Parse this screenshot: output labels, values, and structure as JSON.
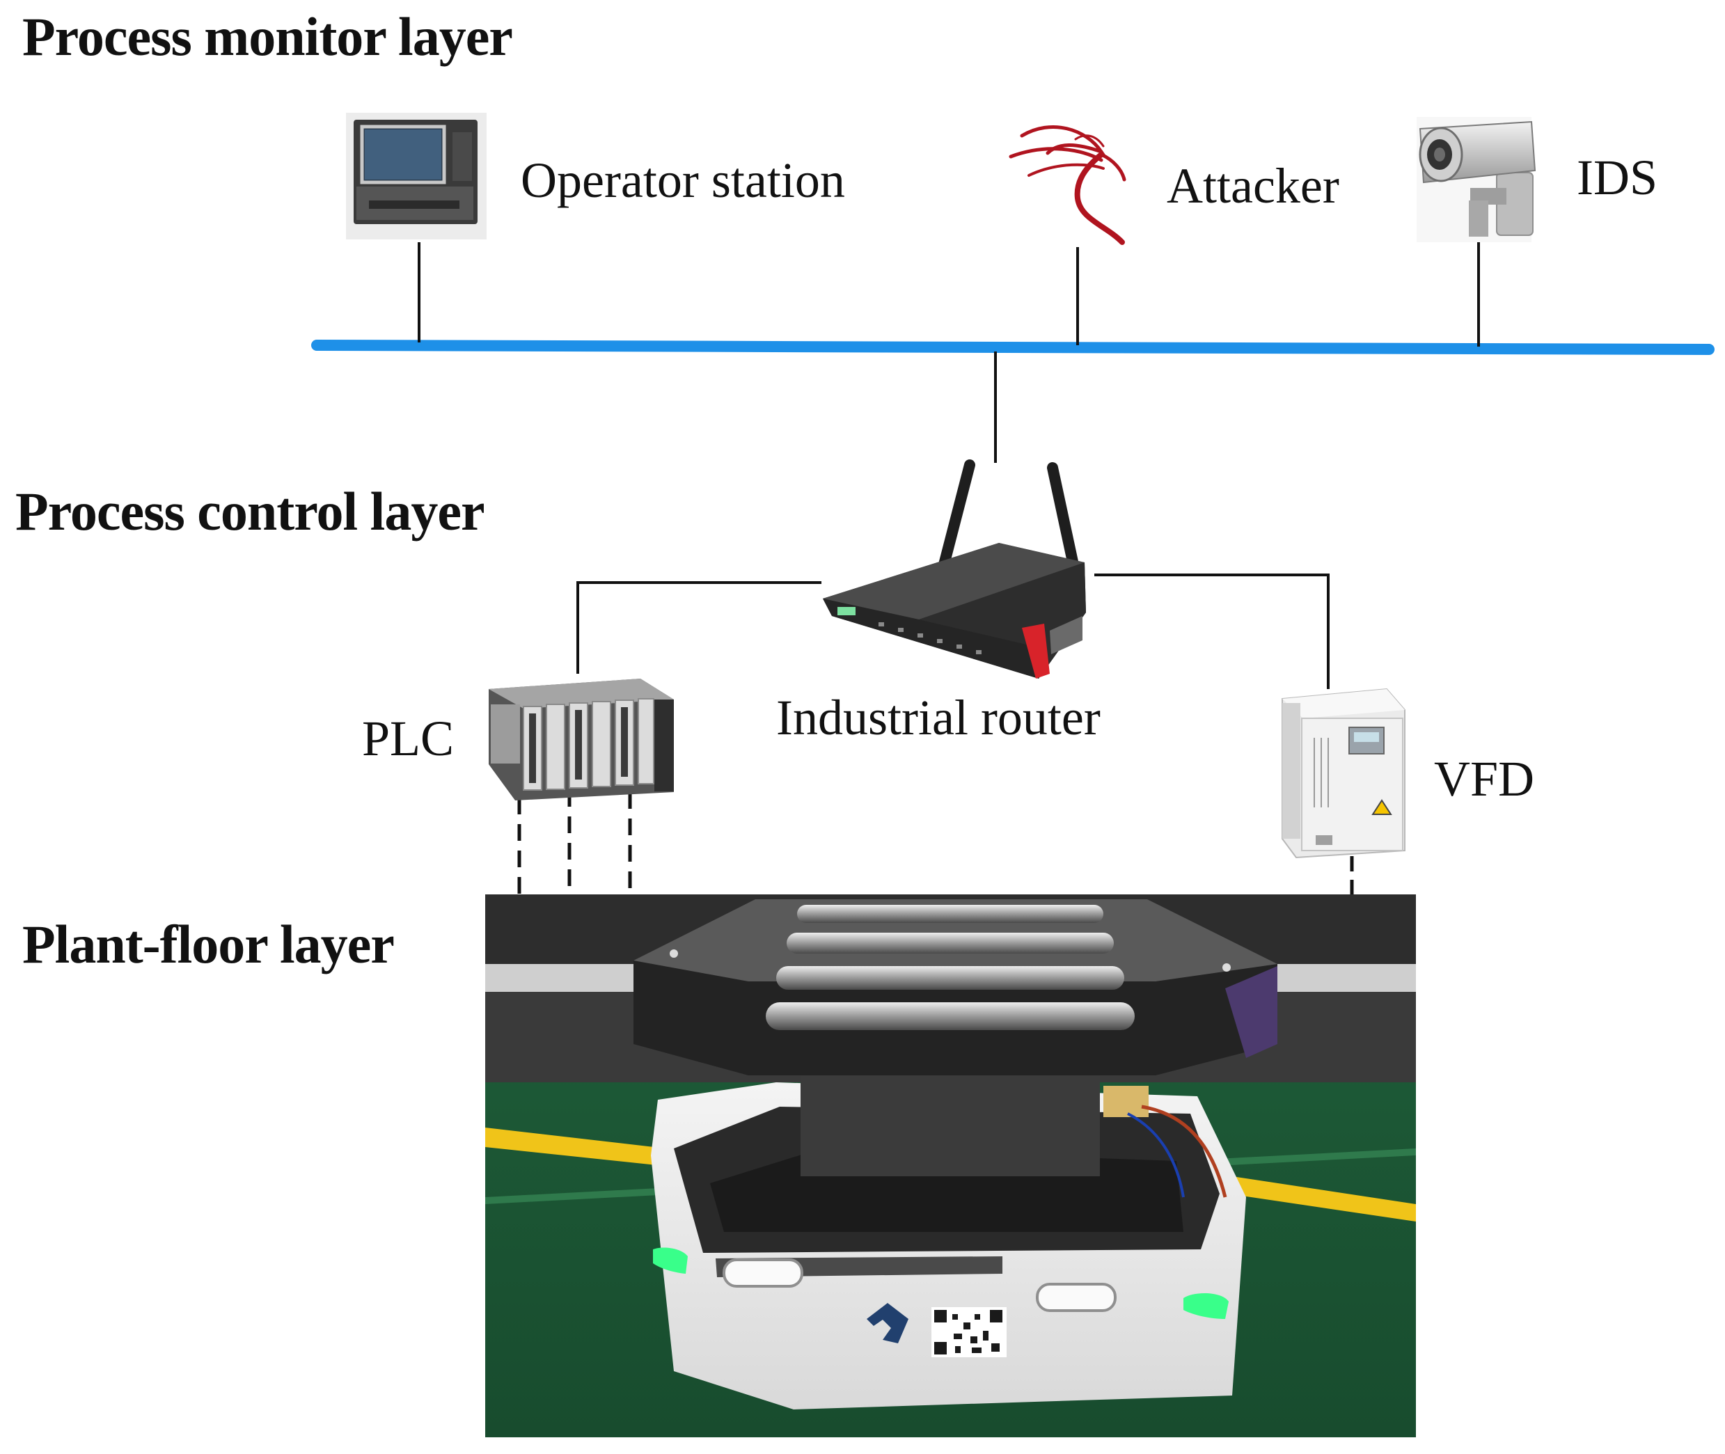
{
  "layers": {
    "monitor": "Process monitor layer",
    "control": "Process control layer",
    "plant": "Plant-floor layer"
  },
  "nodes": {
    "operator_station": "Operator station",
    "attacker": "Attacker",
    "ids": "IDS",
    "router": "Industrial router",
    "plc": "PLC",
    "vfd": "VFD"
  },
  "icons": {
    "operator_station": "industrial-computer-icon",
    "attacker": "kali-dragon-icon",
    "ids": "security-camera-icon",
    "router": "industrial-router-icon",
    "plc": "plc-rack-icon",
    "vfd": "vfd-drive-icon",
    "agv": "agv-robot-photo"
  },
  "colors": {
    "bus": "#1e90e8",
    "line": "#111111",
    "attacker": "#b0141f",
    "led": "#39ff8a"
  }
}
